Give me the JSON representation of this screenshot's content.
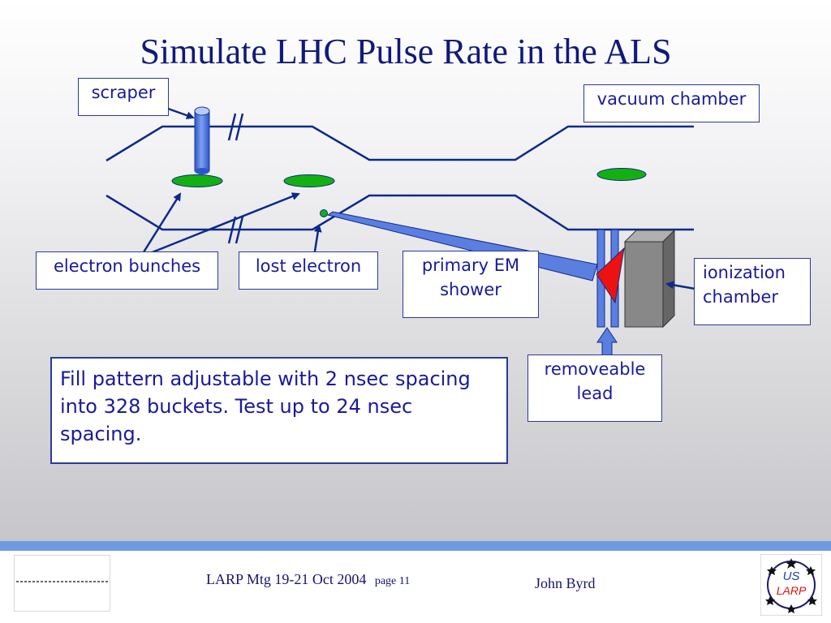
{
  "title": "Simulate LHC Pulse Rate in the ALS",
  "labels": {
    "scraper": "scraper",
    "vacuum_chamber": "vacuum chamber",
    "electron_bunches": "electron bunches",
    "lost_electron": "lost electron",
    "primary_em_shower_line1": "primary EM",
    "primary_em_shower_line2": "shower",
    "ionization_chamber_line1": "ionization",
    "ionization_chamber_line2": "chamber",
    "removeable_lead_line1": "removeable",
    "removeable_lead_line2": "lead"
  },
  "fill_pattern_text": "Fill pattern adjustable with 2 nsec spacing into 328 buckets. Test up to 24 nsec spacing.",
  "footer": {
    "meeting": "LARP Mtg 19-21 Oct 2004",
    "page": "page 11",
    "author": "John Byrd",
    "logo_us": "US",
    "logo_larp": "LARP"
  },
  "colors": {
    "title": "#11197a",
    "chamber_line": "#0d2a8a",
    "bunch_fill": "#12b012",
    "shower": "#ee1111",
    "lead": "#5b7fe0",
    "ion_chamber": "#888888",
    "blue_band": "#6f9ae0"
  }
}
